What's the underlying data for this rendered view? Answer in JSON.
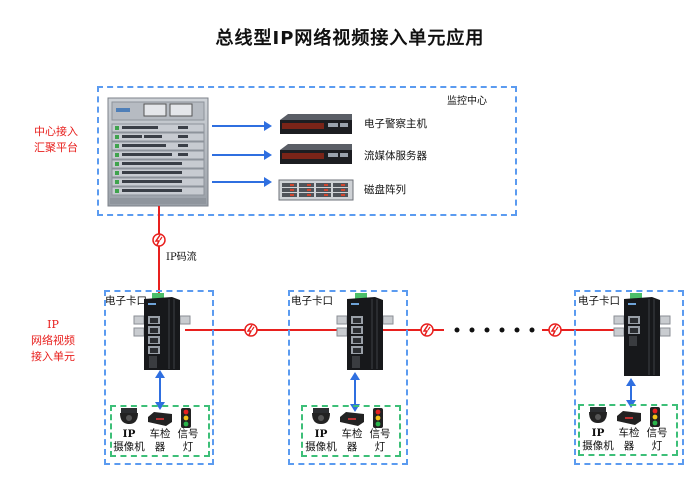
{
  "title": "总线型IP网络视频接入单元应用",
  "monitor_center": {
    "label": "监控中心",
    "devices": [
      {
        "name": "电子警察主机",
        "icon": "server-icon"
      },
      {
        "name": "流媒体服务器",
        "icon": "server-icon"
      },
      {
        "name": "磁盘阵列",
        "icon": "disk-array-icon"
      }
    ]
  },
  "left_labels": {
    "core": [
      "中心接入",
      "汇聚平台"
    ],
    "access": [
      "IP",
      "网络视频",
      "接入单元"
    ]
  },
  "uplink_label": "IP码流",
  "ellipsis": "· · · · · ·",
  "checkpoints": [
    {
      "label": "电子卡口",
      "devices": [
        {
          "name_lines": [
            "IP",
            "摄像机"
          ],
          "icon": "dome-camera-icon"
        },
        {
          "name_lines": [
            "车检",
            "器"
          ],
          "icon": "vehicle-detector-icon"
        },
        {
          "name_lines": [
            "信号",
            "灯"
          ],
          "icon": "traffic-light-icon"
        }
      ]
    },
    {
      "label": "电子卡口",
      "devices": [
        {
          "name_lines": [
            "IP",
            "摄像机"
          ],
          "icon": "dome-camera-icon"
        },
        {
          "name_lines": [
            "车检",
            "器"
          ],
          "icon": "vehicle-detector-icon"
        },
        {
          "name_lines": [
            "信号",
            "灯"
          ],
          "icon": "traffic-light-icon"
        }
      ]
    },
    {
      "label": "电子卡口",
      "devices": [
        {
          "name_lines": [
            "IP",
            "摄像机"
          ],
          "icon": "dome-camera-icon"
        },
        {
          "name_lines": [
            "车检",
            "器"
          ],
          "icon": "vehicle-detector-icon"
        },
        {
          "name_lines": [
            "信号",
            "灯"
          ],
          "icon": "traffic-light-icon"
        }
      ]
    }
  ],
  "colors": {
    "link_red": "#e8201e",
    "arrow_blue": "#2f6fe0",
    "box_blue": "#5b9bf0",
    "box_green": "#3dbf78"
  }
}
